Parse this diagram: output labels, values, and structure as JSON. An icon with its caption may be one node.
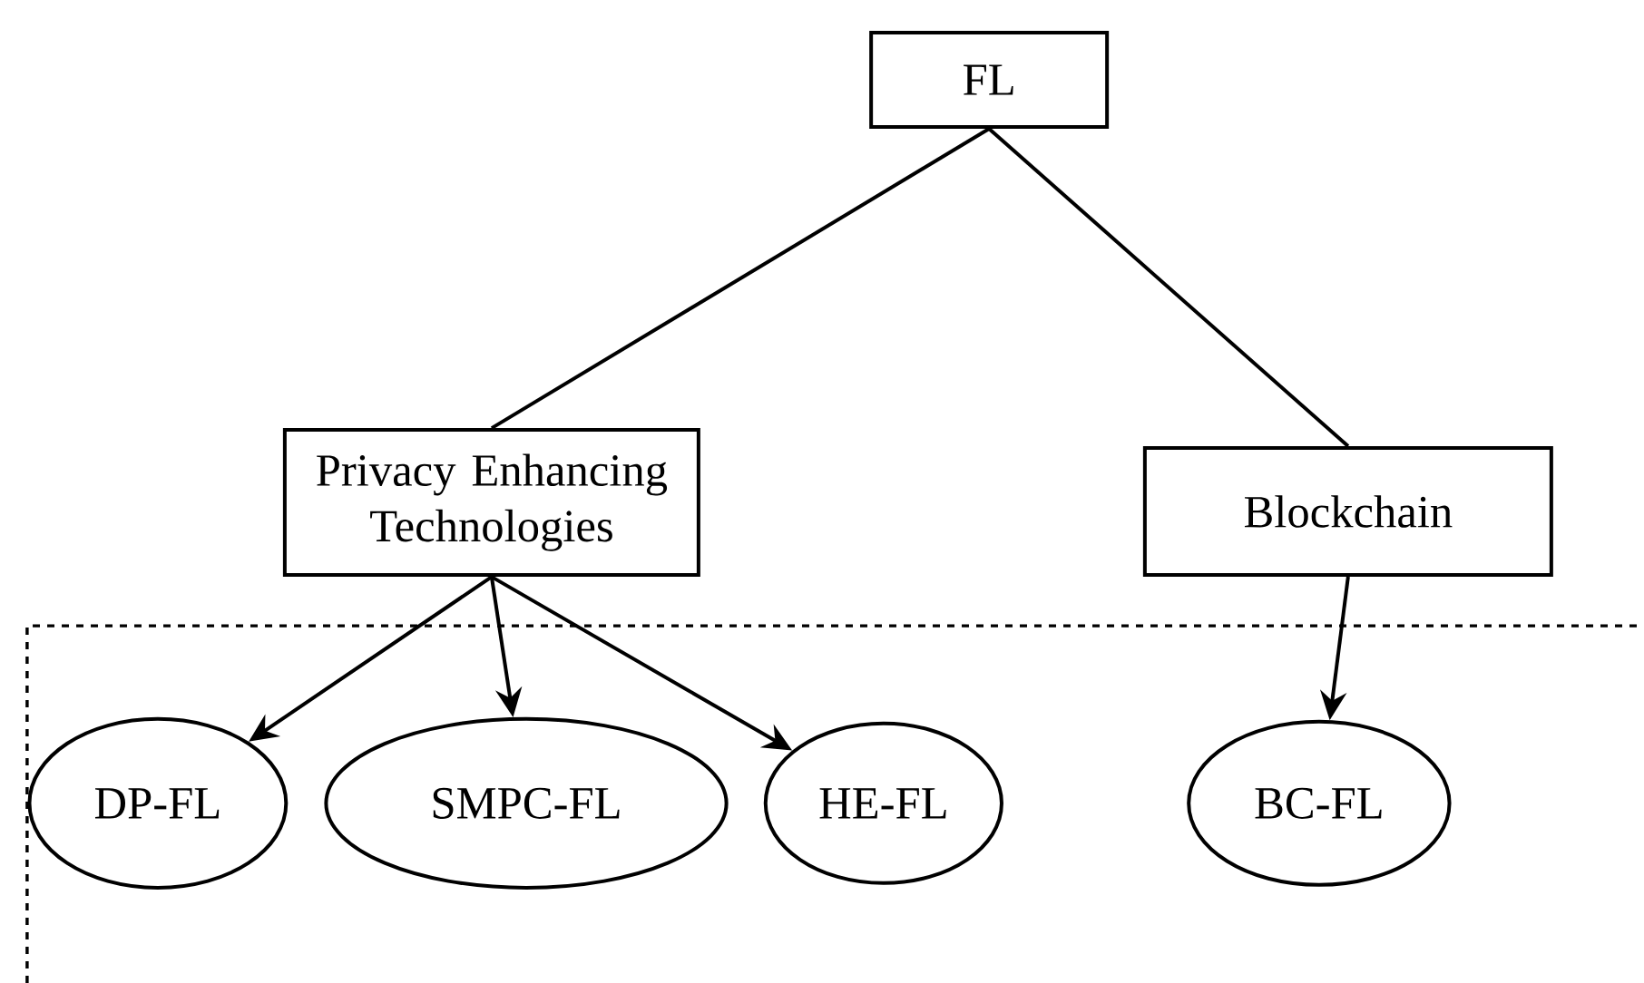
{
  "diagram": {
    "nodes": [
      {
        "text": [
          "FL"
        ]
      },
      {
        "text": [
          "Privacy Enhancing Technologies"
        ]
      },
      {
        "text": [
          "Blockchain"
        ]
      },
      {
        "text": [
          "DP-FL"
        ]
      },
      {
        "text": [
          "SMPC-FL"
        ]
      },
      {
        "text": [
          "HE-FL"
        ]
      },
      {
        "text": [
          "BC-FL"
        ]
      }
    ],
    "edges": [
      {
        "from": 0,
        "to": 1,
        "arrow": "none"
      },
      {
        "from": 0,
        "to": 2,
        "arrow": "none"
      },
      {
        "from": 1,
        "to": 3,
        "arrow": "to"
      },
      {
        "from": 1,
        "to": 4,
        "arrow": "to"
      },
      {
        "from": 1,
        "to": 5,
        "arrow": "to"
      },
      {
        "from": 2,
        "to": 6,
        "arrow": "to"
      }
    ]
  }
}
